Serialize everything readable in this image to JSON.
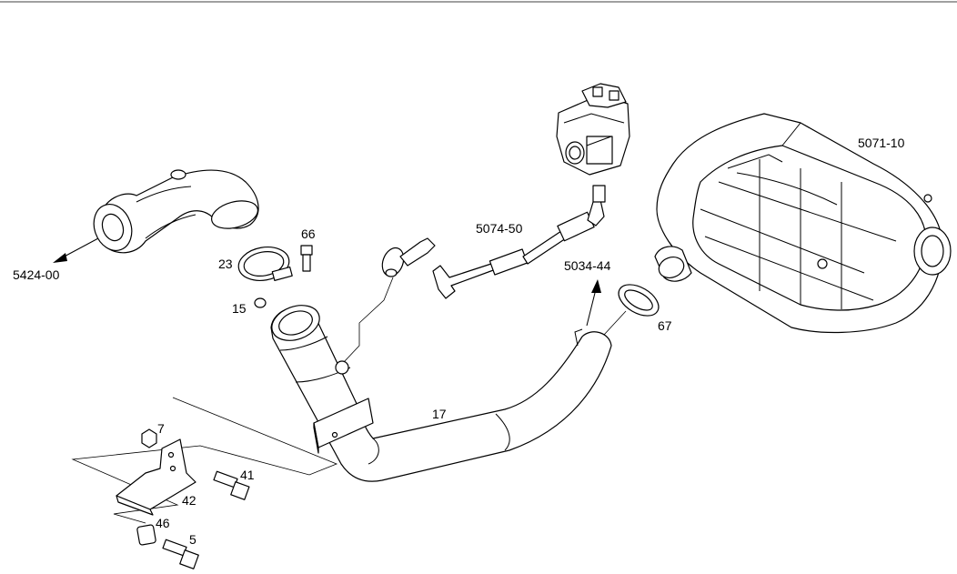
{
  "labels": {
    "l5424": "5424-00",
    "l23": "23",
    "l66": "66",
    "l15": "15",
    "l5074": "5074-50",
    "l5034": "5034-44",
    "l5071": "5071-10",
    "l67": "67",
    "l17": "17",
    "l7": "7",
    "l41": "41",
    "l42": "42",
    "l46": "46",
    "l5": "5"
  },
  "colors": {
    "line": "#000000",
    "fill": "#ffffff"
  }
}
